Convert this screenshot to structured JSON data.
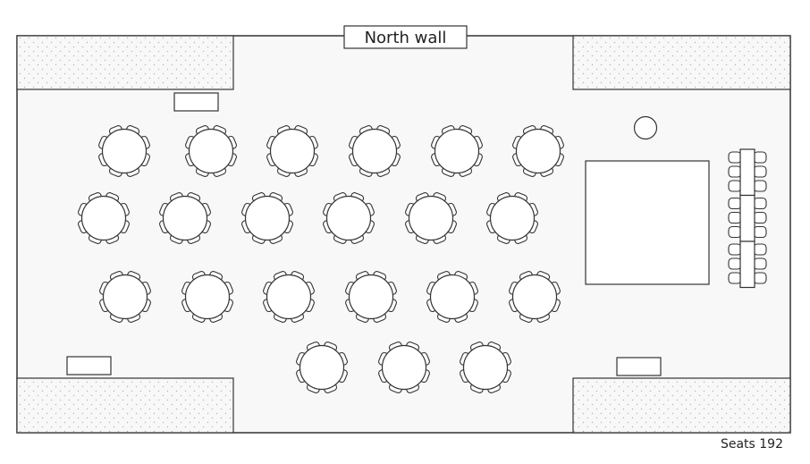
{
  "room": {
    "wall_label": "North wall",
    "colors": {
      "floor": "#f8f8f8",
      "outline": "#333333",
      "seat_fill": "#ffffff",
      "stipple": "#b5b5b5"
    }
  },
  "layout": {
    "round_tables": 21,
    "chairs_per_round_table": 8,
    "table_rows": [
      6,
      6,
      6,
      3
    ],
    "dance_floor": true,
    "cake_table": true,
    "head_table": {
      "sections": 3,
      "chairs_each_side": 3
    },
    "corner_stations": 4,
    "side_tables": 3
  },
  "footer": {
    "seat_count_text": "Seats 192"
  }
}
